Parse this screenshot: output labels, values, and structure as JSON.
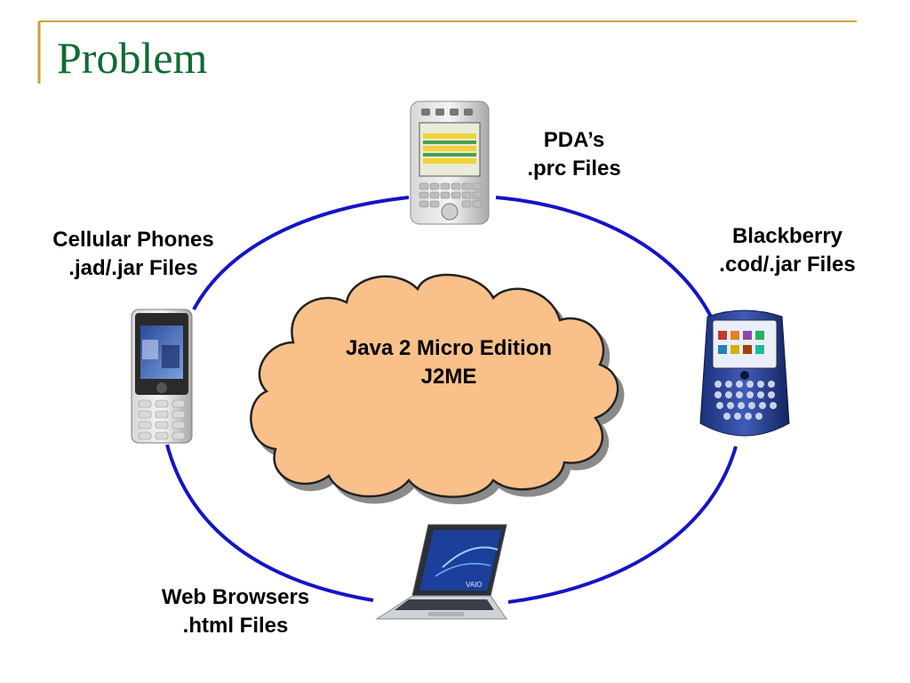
{
  "slide": {
    "title": "Problem"
  },
  "center": {
    "line1": "Java 2 Micro Edition",
    "line2": "J2ME"
  },
  "devices": {
    "pda": {
      "line1": "PDA’s",
      "line2": ".prc Files",
      "icon": "pda-icon"
    },
    "blackberry": {
      "line1": "Blackberry",
      "line2": ".cod/.jar Files",
      "icon": "blackberry-icon"
    },
    "cellular": {
      "line1": "Cellular Phones",
      "line2": ".jad/.jar Files",
      "icon": "cell-phone-icon"
    },
    "web": {
      "line1": "Web Browsers",
      "line2": ".html Files",
      "icon": "laptop-icon"
    }
  },
  "colors": {
    "title": "#0f6b33",
    "accent_line": "#c8a630",
    "ring": "#1414c8",
    "cloud_fill": "#f9c08a",
    "cloud_stroke": "#222222"
  }
}
